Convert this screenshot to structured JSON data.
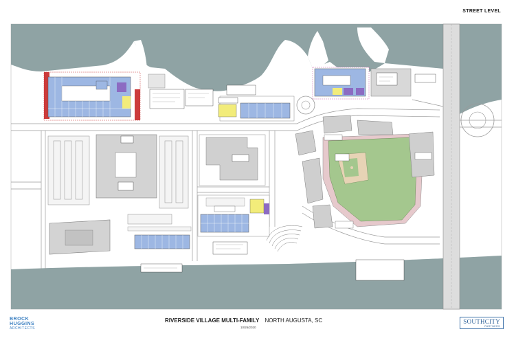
{
  "sheet": {
    "level_label": "STREET LEVEL",
    "project_title": "RIVERSIDE VILLAGE MULTI-FAMILY",
    "location": "NORTH AUGUSTA, SC",
    "date": "10/26/2020"
  },
  "logos": {
    "architect_line1": "BROCK",
    "architect_line2": "HUGGINS",
    "architect_line3": "ARCHITECTS",
    "developer_main": "SOUTHCITY",
    "developer_sub": "PARTNERS"
  },
  "colors": {
    "water": "#8fa3a4",
    "land": "#ffffff",
    "road_edge": "#9a9a9a",
    "building_gray": "#c9c9c9",
    "unit_blue": "#9db7e3",
    "unit_yellow": "#f2ec7a",
    "unit_purple": "#8c6bc2",
    "unit_red": "#cc3b3b",
    "field_green": "#a4c78e",
    "infield_tan": "#e7d3b5",
    "brand_blue": "#3a7fc1"
  }
}
